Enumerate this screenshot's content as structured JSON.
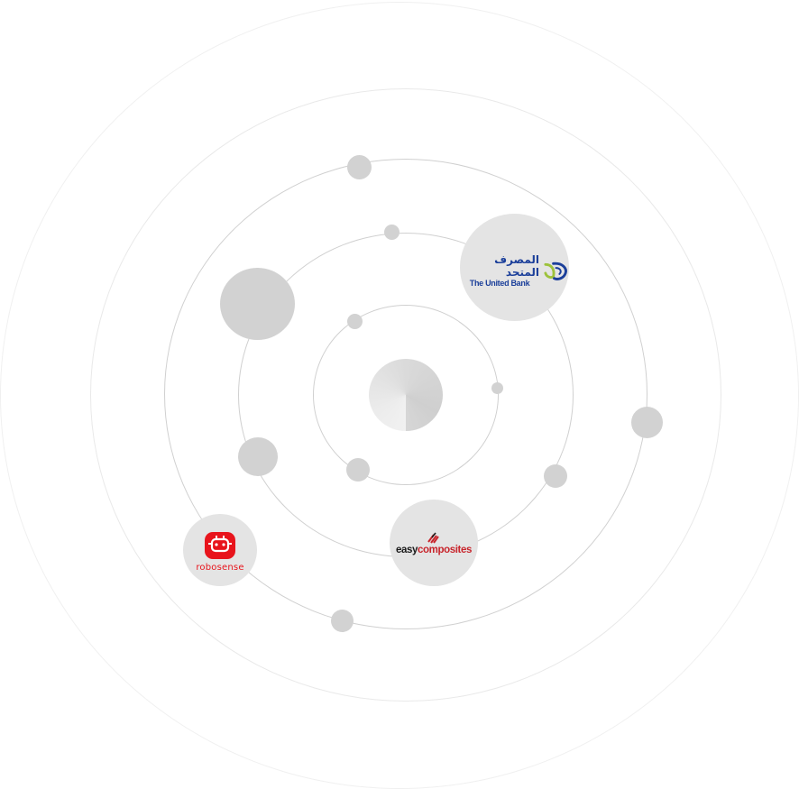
{
  "diagram": {
    "center": "center-hub",
    "logos": [
      {
        "id": "the-united-bank",
        "arabic_name": "المصرف المتحد",
        "english_name": "The United Bank",
        "colors": {
          "text": "#1b3f9a",
          "mark_green": "#9dc23b",
          "mark_blue": "#1b3f9a"
        }
      },
      {
        "id": "easy-composites",
        "name_part1": "easy",
        "name_part2": "composites",
        "colors": {
          "part1": "#1a1a1a",
          "part2": "#c8262d",
          "mark": "#c8262d"
        }
      },
      {
        "id": "robosense",
        "name": "robosense",
        "colors": {
          "brand": "#e8141c"
        }
      }
    ],
    "colors": {
      "orbit": "#cfcfcf",
      "faint_ring": "#ececec",
      "planet": "#d2d2d2",
      "logo_bg": "#e4e4e4"
    }
  }
}
